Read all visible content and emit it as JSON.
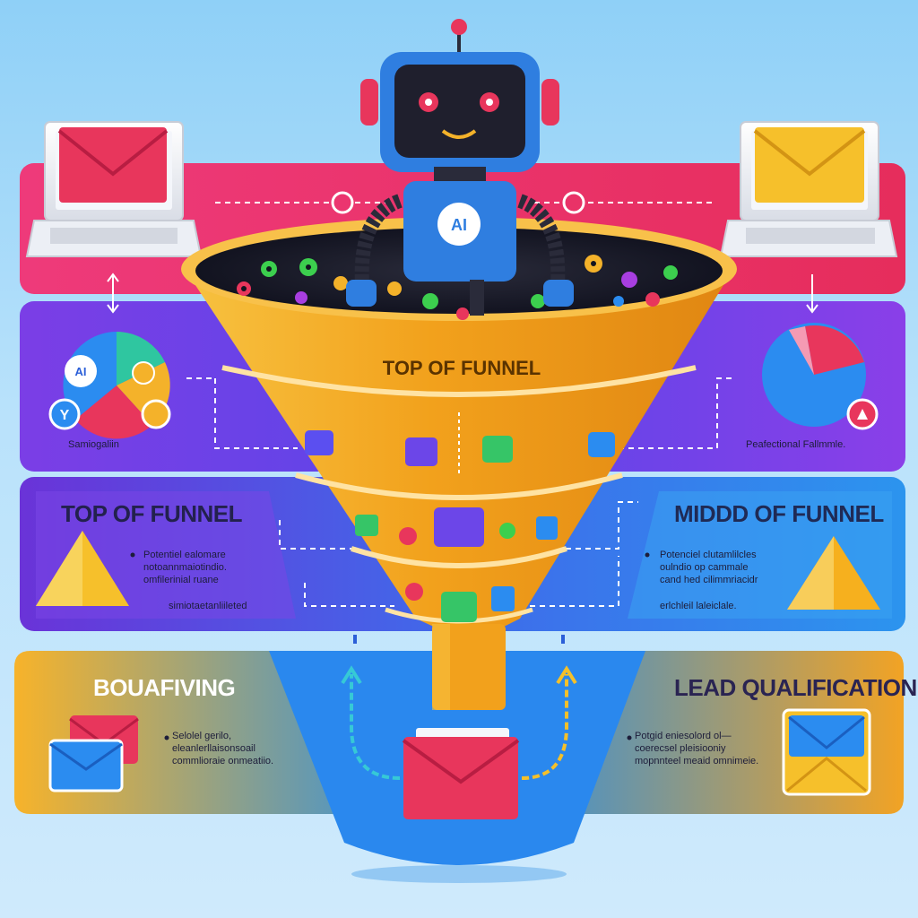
{
  "funnel": {
    "label": "TOP OF FUNNEL",
    "robot_badge": "AI"
  },
  "left_panel_chart": {
    "caption": "Samiogaliin",
    "badge_ai": "AI",
    "badge_y": "Y"
  },
  "right_panel_chart": {
    "caption": "Peafectional Fallmmle."
  },
  "stages": {
    "top_left": {
      "heading": "TOP OF FUNNEL",
      "bullet": "Potentiel ealomare\nnotoannmaiotindio.\nomfilerinial ruane",
      "footer": "simiotaetanliileted"
    },
    "middle_right": {
      "heading": "MIDDD OF FUNNEL",
      "bullet": "Potenciel clutamlilcles\noulndio op cammale\ncand hed cilimmriacidr",
      "footer": "erlchleil laleiclale."
    },
    "bottom_left": {
      "heading": "BOUAFIVING",
      "bullet": "Selolel gerilo,\neleanlerllaisonsoail\ncommlioraie onmeatiio."
    },
    "bottom_right": {
      "heading": "LEAD QUALIFICATION",
      "bullet": "Potgid eniesolord ol—\ncoerecsel pleisiooniy\nmopnnteel meaid omnimeie."
    }
  },
  "colors": {
    "top_band": "#e8326b",
    "middle_band": "#6b3fe0",
    "lower_band_left": "#6336d9",
    "lower_band_right": "#2b86ea",
    "bottom_band": "#f4a722",
    "funnel": "#f3a21c",
    "robot": "#2f7ee0",
    "heading_dark": "#23214e"
  }
}
